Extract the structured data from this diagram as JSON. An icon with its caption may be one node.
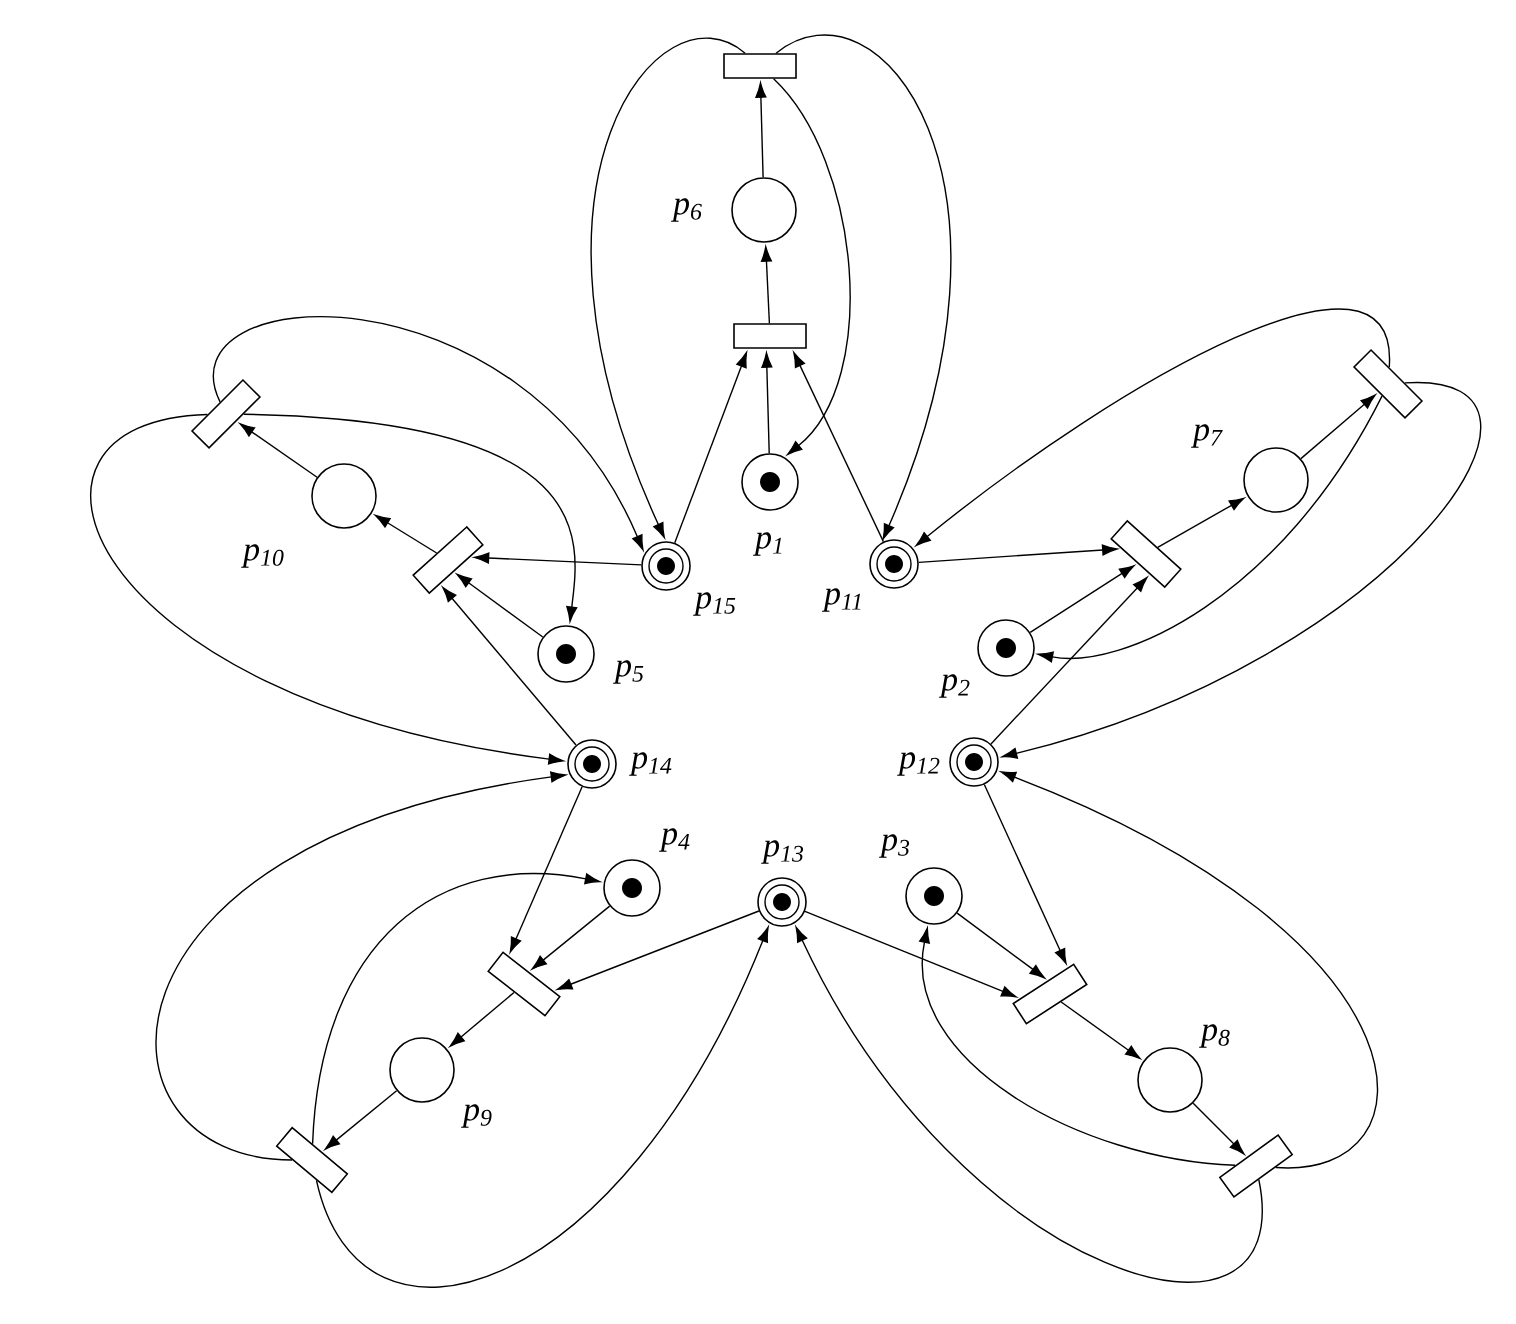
{
  "diagram": {
    "nodes": [
      {
        "text": [],
        "shape": "circle",
        "beside": [
          "p$_{1}$"
        ]
      },
      {
        "text": [],
        "shape": "circle",
        "beside": [
          "p$_{2}$"
        ]
      },
      {
        "text": [],
        "shape": "circle",
        "beside": [
          "p$_{3}$"
        ]
      },
      {
        "text": [],
        "shape": "circle",
        "beside": [
          "p$_{4}$"
        ]
      },
      {
        "text": [],
        "shape": "circle",
        "beside": [
          "p$_{5}$"
        ]
      },
      {
        "text": [],
        "shape": "circle",
        "beside": [
          "p$_{6}$"
        ]
      },
      {
        "text": [],
        "shape": "circle",
        "beside": [
          "p$_{7}$"
        ]
      },
      {
        "text": [],
        "shape": "circle",
        "beside": [
          "p$_{8}$"
        ]
      },
      {
        "text": [],
        "shape": "circle",
        "beside": [
          "p$_{9}$"
        ]
      },
      {
        "text": [],
        "shape": "circle",
        "beside": [
          "p$_{10}$"
        ]
      },
      {
        "text": [],
        "shape": "circle",
        "beside": [
          "p$_{11}$"
        ]
      },
      {
        "text": [],
        "shape": "circle",
        "beside": [
          "p$_{12}$"
        ]
      },
      {
        "text": [],
        "shape": "circle",
        "beside": [
          "p$_{13}$"
        ]
      },
      {
        "text": [],
        "shape": "circle",
        "beside": [
          "p$_{14}$"
        ]
      },
      {
        "text": [],
        "shape": "circle",
        "beside": [
          "p$_{15}$"
        ]
      },
      {
        "text": [],
        "shape": "bar"
      },
      {
        "text": [],
        "shape": "bar"
      },
      {
        "text": [],
        "shape": "bar"
      },
      {
        "text": [],
        "shape": "bar"
      },
      {
        "text": [],
        "shape": "bar"
      },
      {
        "text": [],
        "shape": "bar"
      },
      {
        "text": [],
        "shape": "bar"
      },
      {
        "text": [],
        "shape": "bar"
      },
      {
        "text": [],
        "shape": "bar"
      },
      {
        "text": [],
        "shape": "bar"
      }
    ],
    "edges": [
      {
        "from": 0,
        "to": 15,
        "arrow": "to"
      },
      {
        "from": 14,
        "to": 15,
        "arrow": "to"
      },
      {
        "from": 10,
        "to": 15,
        "arrow": "to"
      },
      {
        "from": 15,
        "to": 5,
        "arrow": "to"
      },
      {
        "from": 5,
        "to": 20,
        "arrow": "to"
      },
      {
        "from": 20,
        "to": 0,
        "arrow": "to"
      },
      {
        "from": 20,
        "to": 14,
        "arrow": "to"
      },
      {
        "from": 20,
        "to": 10,
        "arrow": "to"
      },
      {
        "from": 1,
        "to": 16,
        "arrow": "to"
      },
      {
        "from": 10,
        "to": 16,
        "arrow": "to"
      },
      {
        "from": 11,
        "to": 16,
        "arrow": "to"
      },
      {
        "from": 16,
        "to": 6,
        "arrow": "to"
      },
      {
        "from": 6,
        "to": 21,
        "arrow": "to"
      },
      {
        "from": 21,
        "to": 1,
        "arrow": "to"
      },
      {
        "from": 21,
        "to": 10,
        "arrow": "to"
      },
      {
        "from": 21,
        "to": 11,
        "arrow": "to"
      },
      {
        "from": 2,
        "to": 17,
        "arrow": "to"
      },
      {
        "from": 11,
        "to": 17,
        "arrow": "to"
      },
      {
        "from": 12,
        "to": 17,
        "arrow": "to"
      },
      {
        "from": 17,
        "to": 7,
        "arrow": "to"
      },
      {
        "from": 7,
        "to": 22,
        "arrow": "to"
      },
      {
        "from": 22,
        "to": 2,
        "arrow": "to"
      },
      {
        "from": 22,
        "to": 11,
        "arrow": "to"
      },
      {
        "from": 22,
        "to": 12,
        "arrow": "to"
      },
      {
        "from": 3,
        "to": 18,
        "arrow": "to"
      },
      {
        "from": 13,
        "to": 18,
        "arrow": "to"
      },
      {
        "from": 12,
        "to": 18,
        "arrow": "to"
      },
      {
        "from": 18,
        "to": 8,
        "arrow": "to"
      },
      {
        "from": 8,
        "to": 23,
        "arrow": "to"
      },
      {
        "from": 23,
        "to": 3,
        "arrow": "to"
      },
      {
        "from": 23,
        "to": 13,
        "arrow": "to"
      },
      {
        "from": 23,
        "to": 12,
        "arrow": "to"
      },
      {
        "from": 4,
        "to": 19,
        "arrow": "to"
      },
      {
        "from": 13,
        "to": 19,
        "arrow": "to"
      },
      {
        "from": 14,
        "to": 19,
        "arrow": "to"
      },
      {
        "from": 19,
        "to": 9,
        "arrow": "to"
      },
      {
        "from": 9,
        "to": 24,
        "arrow": "to"
      },
      {
        "from": 24,
        "to": 4,
        "arrow": "to"
      },
      {
        "from": 24,
        "to": 13,
        "arrow": "to"
      },
      {
        "from": 24,
        "to": 14,
        "arrow": "to"
      }
    ]
  }
}
